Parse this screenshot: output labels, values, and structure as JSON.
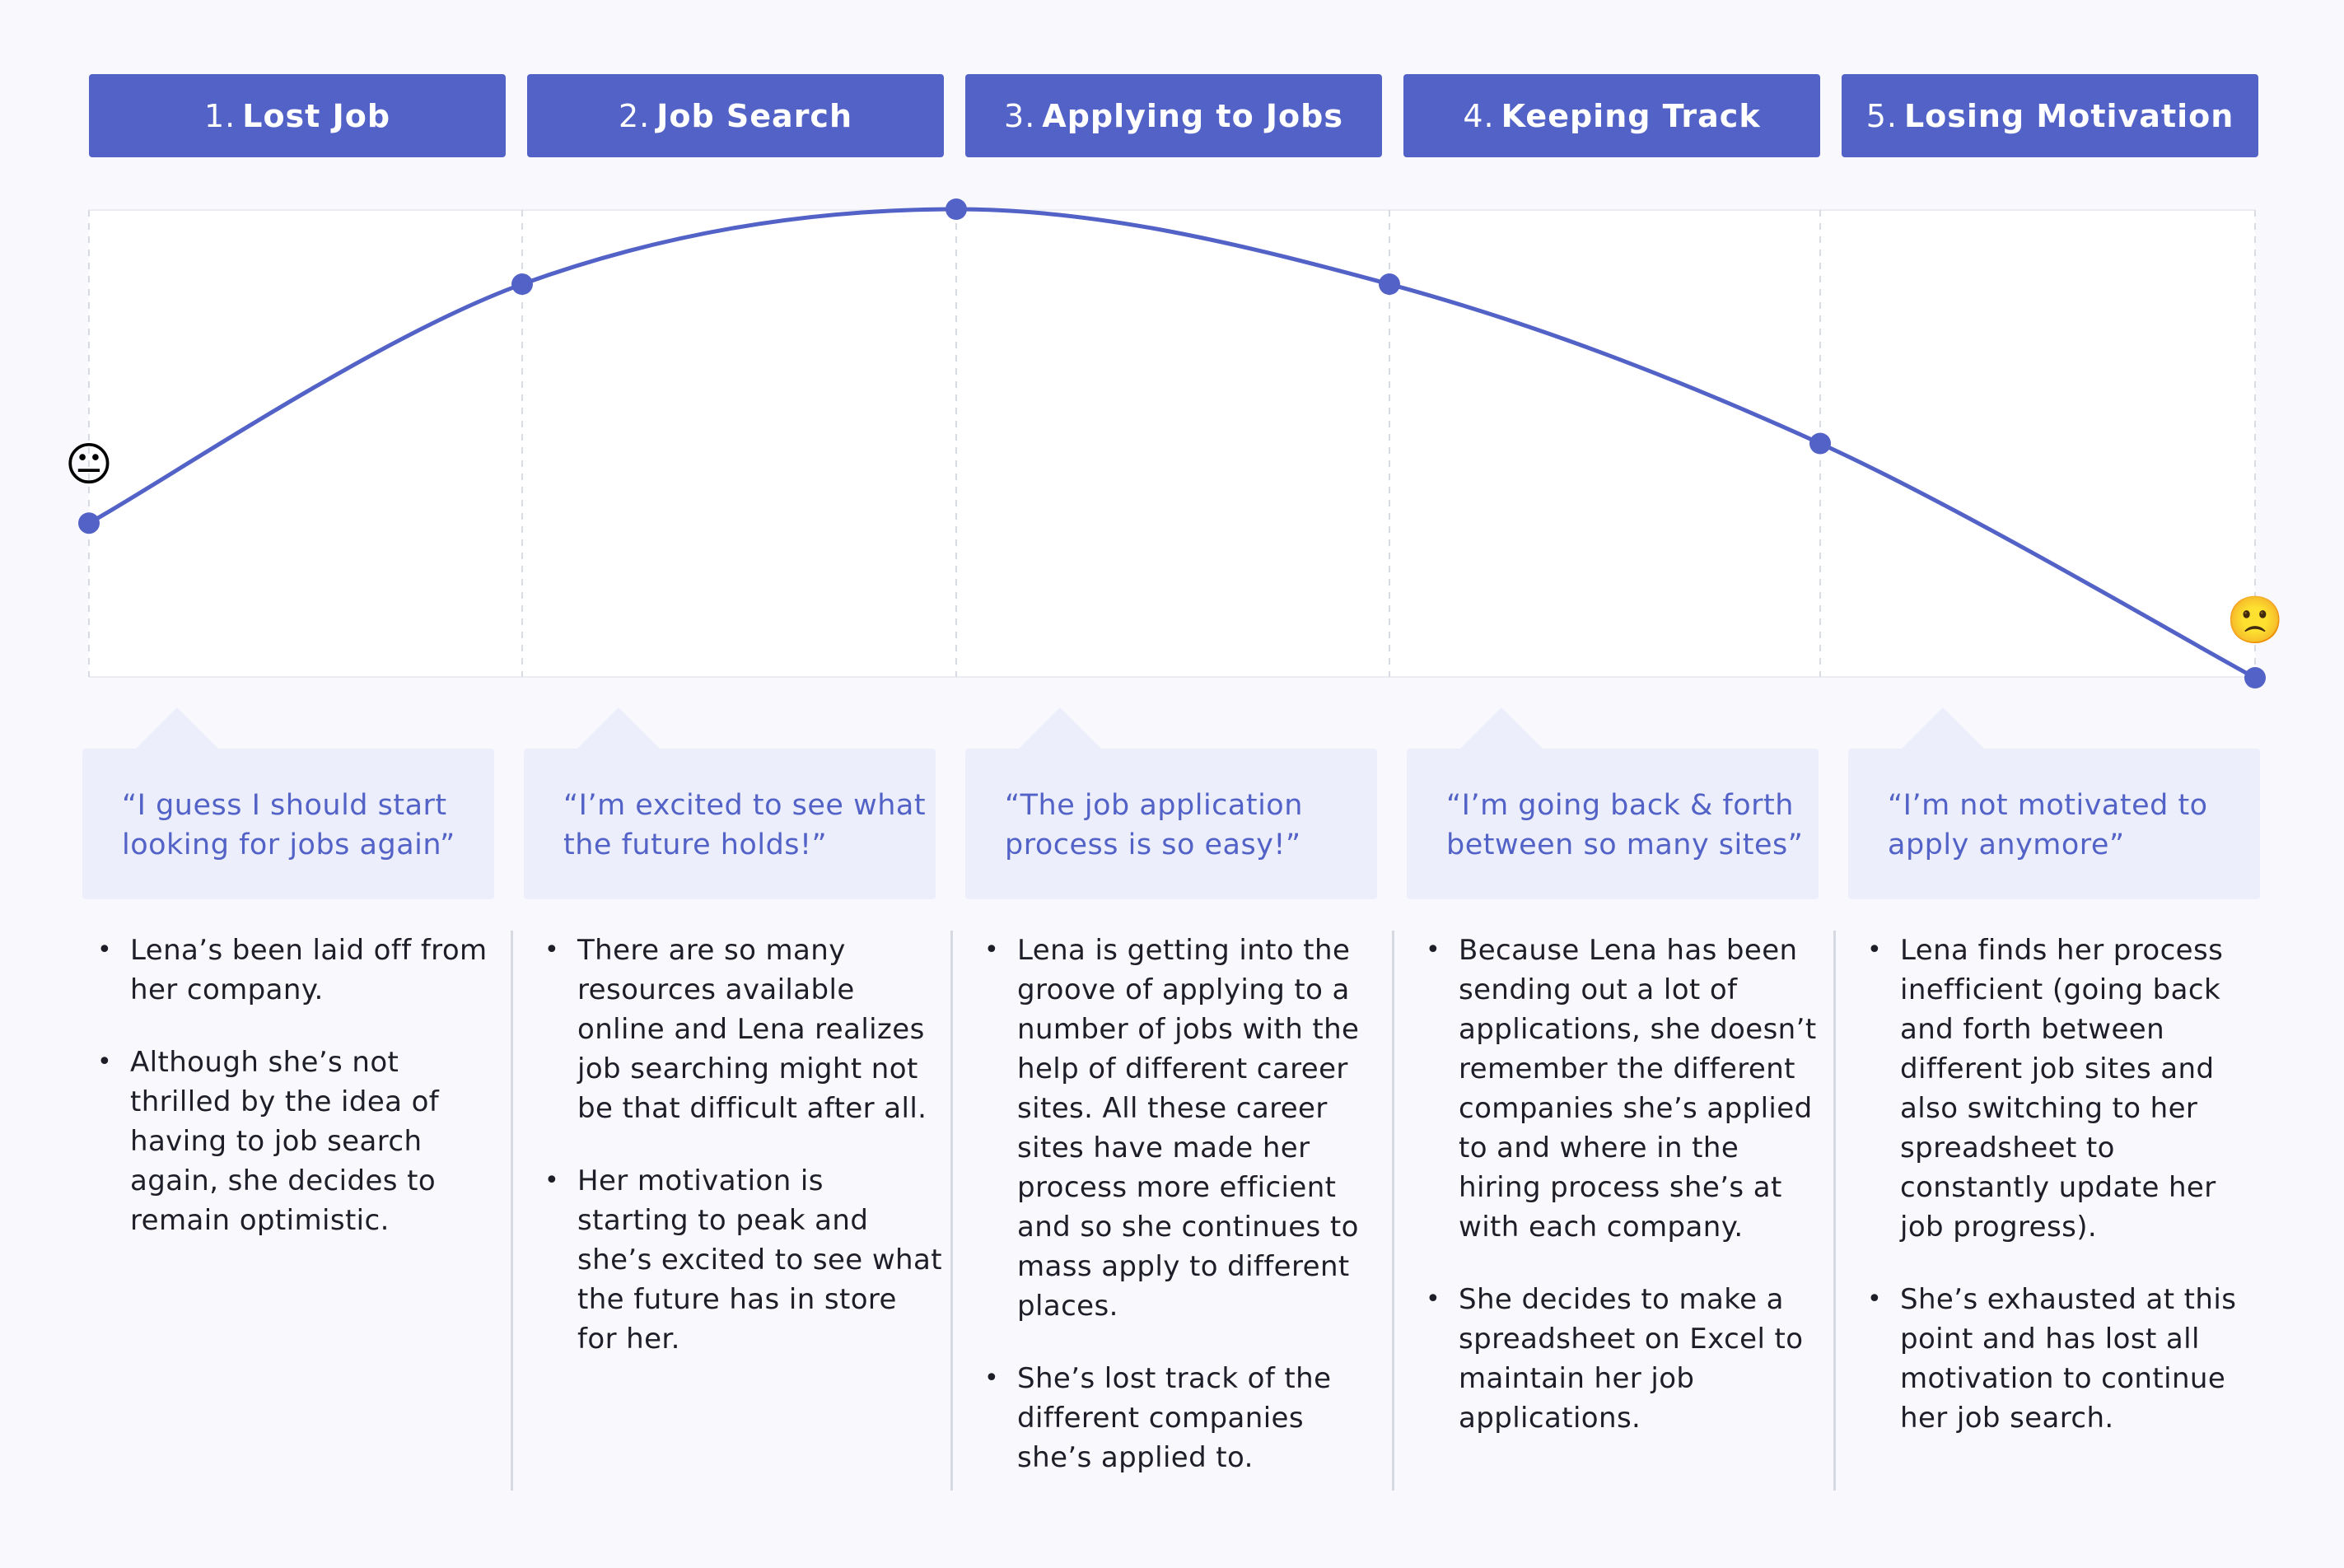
{
  "stages": [
    {
      "num": "1.",
      "name": "Lost Job",
      "quote": [
        "“I guess I should start",
        "looking for jobs again”"
      ],
      "notes": [
        [
          "Lena’s been laid off from",
          "her company."
        ],
        [
          "Although she’s not",
          "thrilled by the idea of",
          "having to job search",
          "again, she decides to",
          "remain optimistic."
        ]
      ]
    },
    {
      "num": "2.",
      "name": "Job Search",
      "quote": [
        "“I’m excited to see what",
        "the future holds!”"
      ],
      "notes": [
        [
          "There are so many",
          "resources available",
          "online and Lena realizes",
          "job searching might not",
          "be that difficult after all."
        ],
        [
          "Her motivation is",
          "starting to peak and",
          "she’s excited to see what",
          "the future has in store",
          "for her."
        ]
      ]
    },
    {
      "num": "3.",
      "name": "Applying to Jobs",
      "quote": [
        "“The job application",
        "process is so easy!”"
      ],
      "notes": [
        [
          "Lena is getting into the",
          "groove of applying to a",
          "number of jobs with the",
          "help of different career",
          "sites. All these career",
          "sites have made her",
          "process more efficient",
          "and so she continues to",
          "mass apply to different",
          "places."
        ],
        [
          "She’s lost track of the",
          "different companies",
          "she’s applied to."
        ]
      ]
    },
    {
      "num": "4.",
      "name": "Keeping Track",
      "quote": [
        "“I’m going back & forth",
        "between so many sites”"
      ],
      "notes": [
        [
          "Because Lena has been",
          "sending out a lot of",
          "applications, she doesn’t",
          "remember the different",
          "companies she’s applied",
          "to and where in the",
          "hiring process she’s at",
          "with each company."
        ],
        [
          "She decides to make a",
          "spreadsheet on Excel to",
          "maintain her job",
          "applications."
        ]
      ]
    },
    {
      "num": "5.",
      "name": "Losing Motivation",
      "quote": [
        "“I’m not motivated to",
        "apply anymore”"
      ],
      "notes": [
        [
          "Lena finds her process",
          "inefficient (going back",
          "and forth between",
          "different job sites and",
          "also switching to her",
          "spreadsheet to",
          "constantly update her",
          "job progress)."
        ],
        [
          "She’s exhausted at this",
          "point and has lost all",
          "motivation to continue",
          "her job search."
        ]
      ]
    }
  ],
  "emotion_curve": {
    "levels": [
      0.33,
      0.84,
      1.0,
      0.84,
      0.5,
      0.0
    ],
    "start_emoji": "😐",
    "end_emoji": "🙁"
  },
  "colors": {
    "accent": "#5362c6",
    "quote_bg": "#eceffb",
    "background": "#f8f8fd",
    "text": "#1e1e28"
  }
}
